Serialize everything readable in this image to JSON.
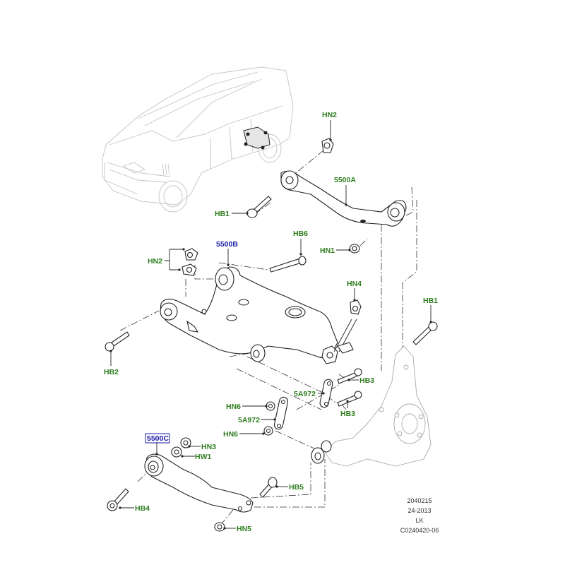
{
  "diagram": {
    "title": "Rear suspension subframe and arms exploded view",
    "labels": {
      "hn2_top": "HN2",
      "a5500": "5500A",
      "hb1_left": "HB1",
      "hn1": "HN1",
      "hb6": "HB6",
      "b5500": "5500B",
      "hn2_left": "HN2",
      "hn4": "HN4",
      "hb1_right": "HB1",
      "hb2": "HB2",
      "hb3_top": "HB3",
      "a972_right": "5A972",
      "hb3_bottom": "HB3",
      "hn6_top": "HN6",
      "a972_left": "5A972",
      "hn6_bottom": "HN6",
      "c5500": "5500C",
      "hn3": "HN3",
      "hw1": "HW1",
      "hb5": "HB5",
      "hb4": "HB4",
      "hn5": "HN5"
    },
    "label_colors": {
      "part_number_green": "#2e7d1e",
      "assembly_blue": "#1a1aa8"
    },
    "reference": {
      "line1": "2040215",
      "line2": "24-2013",
      "line3": "LK",
      "line4": "C0240420-06"
    }
  }
}
